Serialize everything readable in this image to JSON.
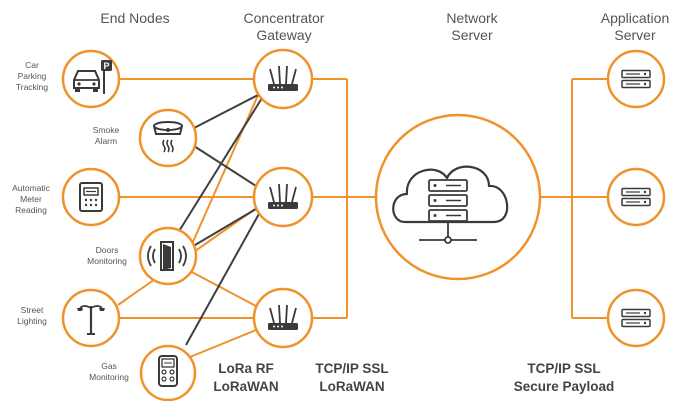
{
  "headers": {
    "end_nodes": "End Nodes",
    "gateway": [
      "Concentrator",
      "Gateway"
    ],
    "network_server": [
      "Network",
      "Server"
    ],
    "application_server": [
      "Application",
      "Server"
    ]
  },
  "end_nodes": [
    {
      "label": [
        "Car",
        "Parking",
        "Tracking"
      ],
      "icon": "car-parking-icon"
    },
    {
      "label": [
        "Smoke",
        "Alarm"
      ],
      "icon": "smoke-alarm-icon"
    },
    {
      "label": [
        "Automatic",
        "Meter",
        "Reading"
      ],
      "icon": "meter-icon"
    },
    {
      "label": [
        "Doors",
        "Monitoring"
      ],
      "icon": "door-sensor-icon"
    },
    {
      "label": [
        "Street",
        "Lighting"
      ],
      "icon": "street-light-icon"
    },
    {
      "label": [
        "Gas",
        "Monitoring"
      ],
      "icon": "gas-sensor-icon"
    }
  ],
  "protocols": {
    "radio": [
      "LoRa RF",
      "LoRaWAN"
    ],
    "backhaul": [
      "TCP/IP SSL",
      "LoRaWAN"
    ],
    "application": [
      "TCP/IP SSL",
      "Secure Payload"
    ]
  },
  "colors": {
    "accent": "#f0922b",
    "icon": "#3a3a3a",
    "text": "#555555",
    "link": "#3f3f3f"
  }
}
